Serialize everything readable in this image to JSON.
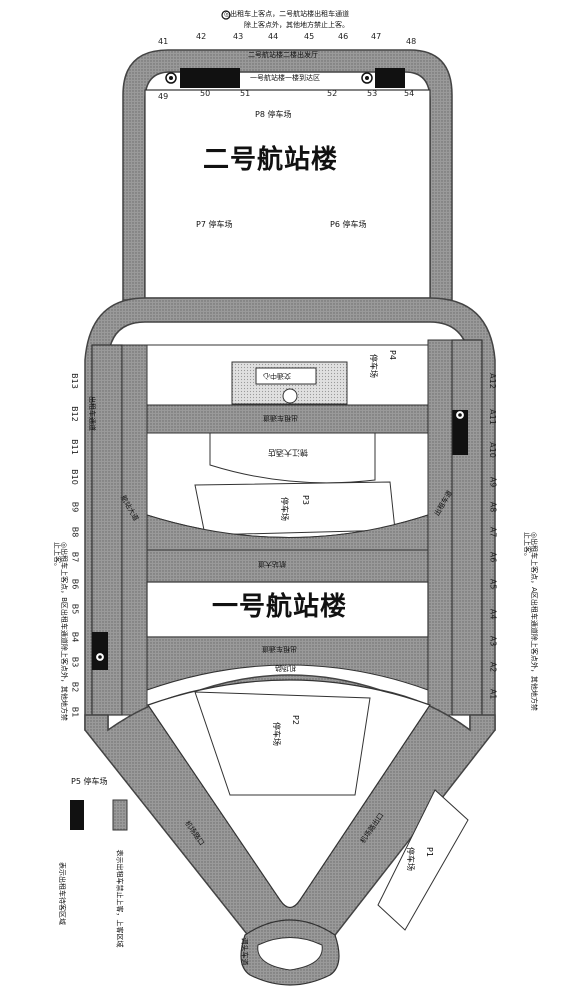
{
  "header": {
    "note_line1": "◎出租车上客点，二号航站楼出租车通道",
    "note_line2": "除上客点外，其他地方禁止上客。"
  },
  "terminals": {
    "t2_name": "二号航站楼",
    "t1_name": "一号航站楼",
    "t2_departures": "二号航站楼二楼出发厅",
    "t2_arrivals": "一号航站楼一楼到达区"
  },
  "parking": {
    "p8": "P8 停车场",
    "p7": "P7 停车场",
    "p6": "P6 停车场",
    "p4_code": "P4",
    "p4_name": "停车场",
    "p3_code": "P3",
    "p3_name": "停车场",
    "p2_code": "P2",
    "p2_name": "停车场",
    "p1_code": "P1",
    "p1_name": "停车场",
    "p5": "P5 停车场",
    "center_building": "交通中心",
    "hotel": "锦江大酒店"
  },
  "bays": {
    "top": [
      "41",
      "42",
      "43",
      "44",
      "45",
      "46",
      "47",
      "48"
    ],
    "top_lower": [
      "49",
      "50",
      "51",
      "52",
      "53",
      "54"
    ],
    "left": [
      "B13",
      "B12",
      "B11",
      "B10",
      "B9",
      "B8",
      "B7",
      "B6",
      "B5",
      "B4",
      "B3",
      "B2",
      "B1"
    ],
    "right": [
      "A12",
      "A11",
      "A10",
      "A9",
      "A8",
      "A7",
      "A6",
      "A5",
      "A4",
      "A3",
      "A2",
      "A1"
    ]
  },
  "road_labels": {
    "road_b": "出租车通道",
    "road_c": "航站大道",
    "road_d": "出租车道",
    "road_mid_upper": "出租车通道",
    "road_mid_lower": "航站大道",
    "road_low": "出租车通道",
    "road_low2": "机场路",
    "diag_left": "机场路口",
    "diag_right": "机场路出口",
    "bottom_loop": "调头车道"
  },
  "side_notes": {
    "left_note": "◎出租车上客点，B区出租车通道除上客点外，其他地方禁止上客。",
    "right_note": "◎出租车上客点，A区出租车通道除上客点外，其他地方禁止上客。"
  },
  "legend": {
    "black_label": "表示出租车待客区域",
    "grey_label": "表示出租车禁止上客，上客区域"
  },
  "colors": {
    "road": "#8f8f8f",
    "road_dark": "#6e6e6e",
    "pickup": "#111111",
    "building": "#ffffff",
    "p4": "#d9d9d9"
  }
}
